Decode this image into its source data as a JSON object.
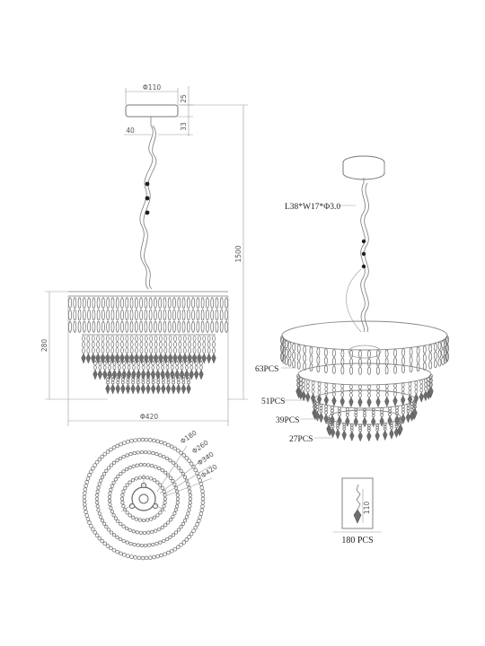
{
  "front_view": {
    "canopy_diameter": "Φ110",
    "canopy_height": "25",
    "hook_offset": "40",
    "hook_height": "33",
    "overall_height": "1500",
    "body_height": "280",
    "body_diameter": "Φ420"
  },
  "top_view": {
    "ring_1": "Φ260",
    "ring_2": "Φ340",
    "ring_3": "Φ420",
    "ring_4": "Φ180"
  },
  "perspective_view": {
    "crystal_spec": "L38*W17*Φ3.0",
    "tiers": [
      {
        "label": "63PCS"
      },
      {
        "label": "51PCS"
      },
      {
        "label": "39PCS"
      },
      {
        "label": "27PCS"
      }
    ]
  },
  "detail": {
    "strand_length": "110",
    "strand_count": "180 PCS"
  },
  "colors": {
    "crystal": "#6e6e6e",
    "line": "#7a7a7a",
    "bead": "#222222"
  }
}
